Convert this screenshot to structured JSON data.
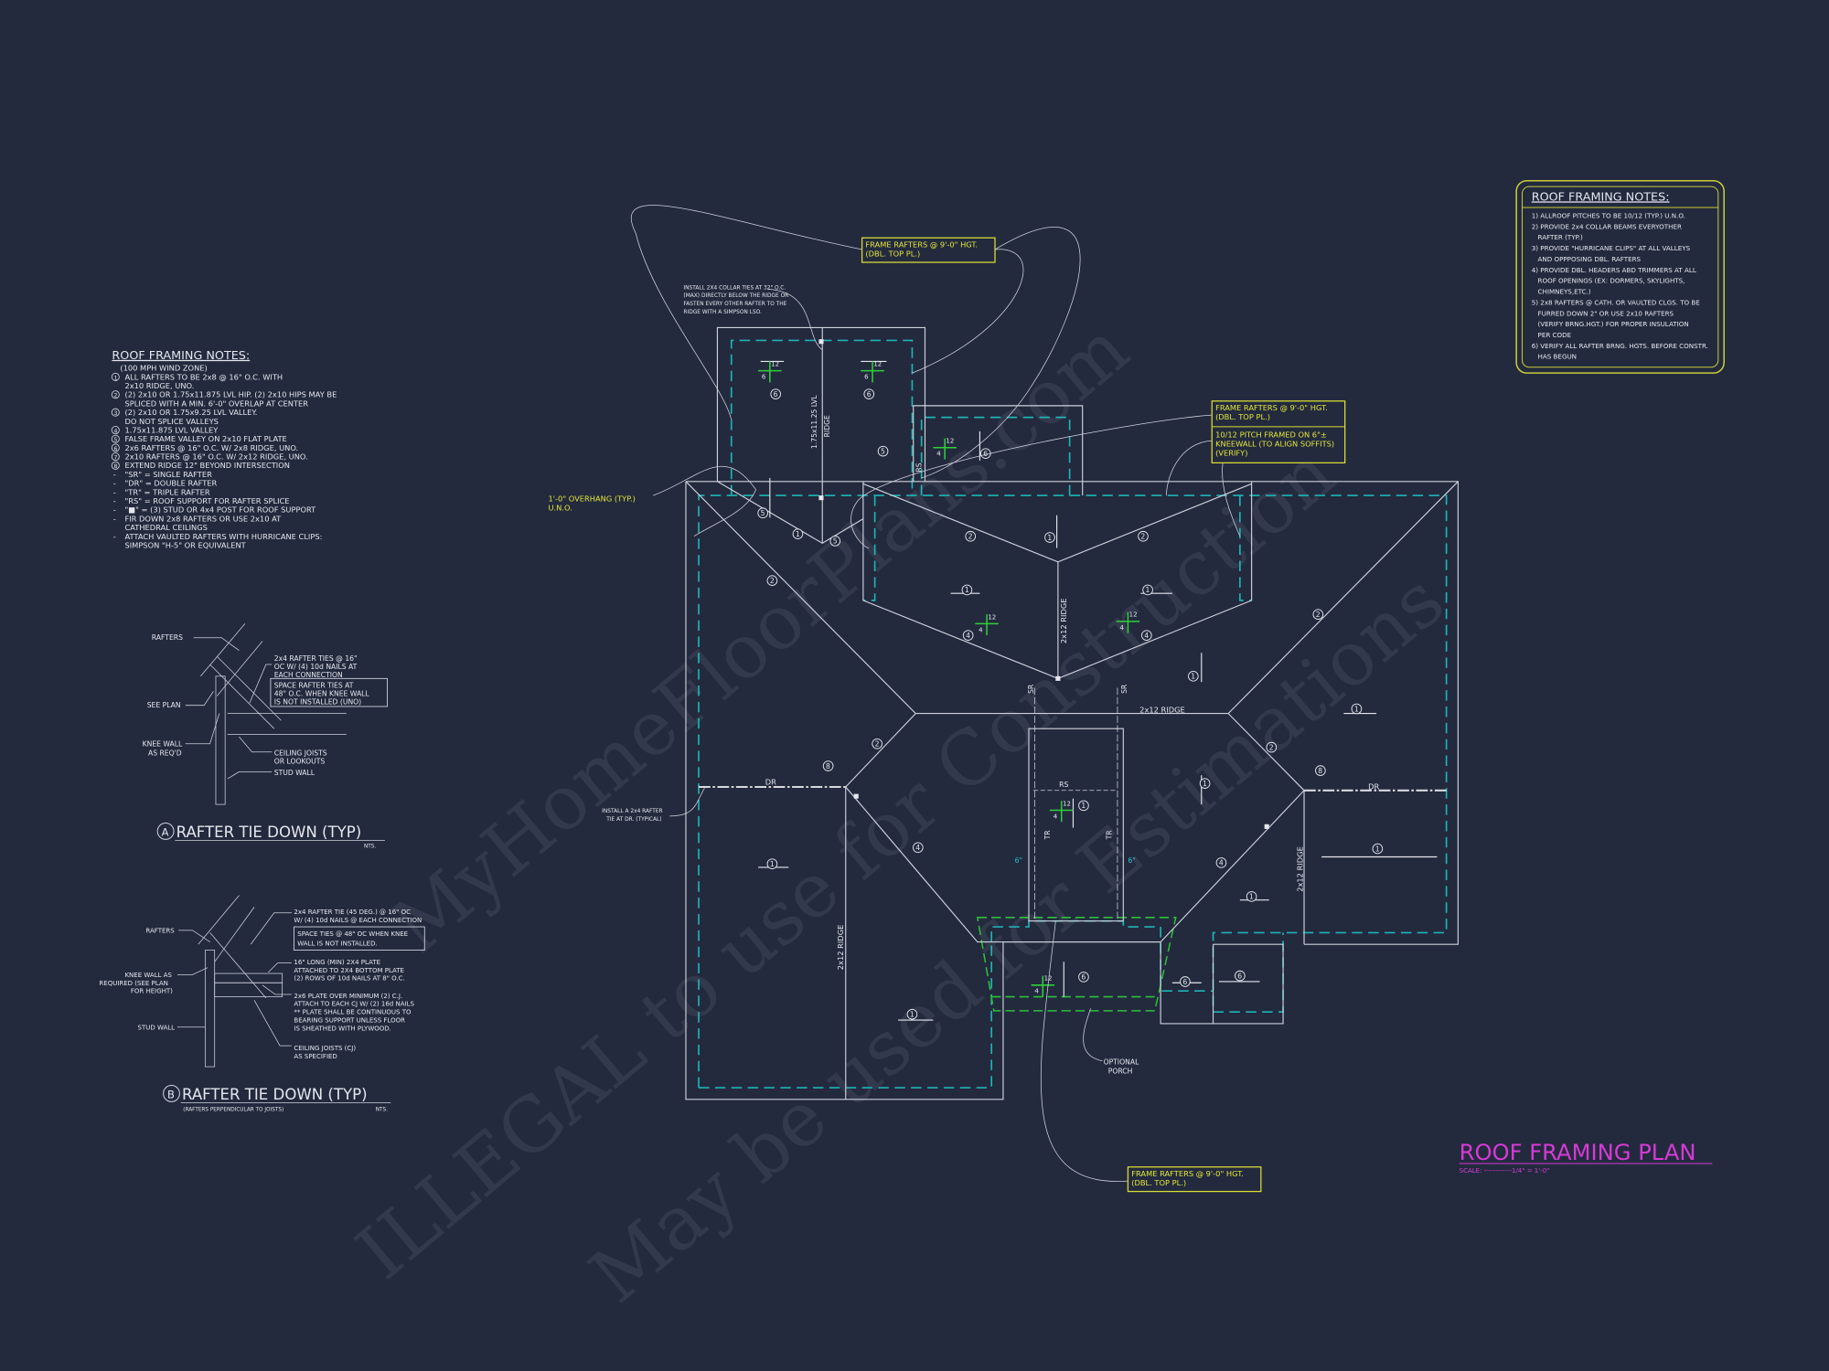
{
  "left_notes": {
    "title": "ROOF FRAMING NOTES:",
    "lines": [
      {
        "m": "",
        "t": "(100 MPH WIND ZONE)"
      },
      {
        "m": "1",
        "t": "ALL RAFTERS TO BE 2x8 @ 16\" O.C. WITH"
      },
      {
        "m": "",
        "t": "2x10 RIDGE, UNO."
      },
      {
        "m": "2",
        "t": "(2) 2x10 OR 1.75x11.875 LVL HIP. (2) 2x10 HIPS MAY BE"
      },
      {
        "m": "",
        "t": "SPLICED WITH A MIN. 6'-0\" OVERLAP AT CENTER"
      },
      {
        "m": "3",
        "t": "(2) 2x10 OR 1.75x9.25 LVL VALLEY."
      },
      {
        "m": "",
        "t": "DO NOT SPLICE VALLEYS"
      },
      {
        "m": "4",
        "t": "1.75x11.875 LVL VALLEY"
      },
      {
        "m": "5",
        "t": "FALSE FRAME VALLEY ON 2x10 FLAT PLATE"
      },
      {
        "m": "6",
        "t": "2x6 RAFTERS @ 16\" O.C. W/ 2x8 RIDGE, UNO."
      },
      {
        "m": "7",
        "t": "2x10 RAFTERS @ 16\" O.C. W/ 2x12 RIDGE, UNO."
      },
      {
        "m": "8",
        "t": "EXTEND RIDGE 12\" BEYOND INTERSECTION"
      },
      {
        "m": "-",
        "t": "\"SR\" = SINGLE RAFTER"
      },
      {
        "m": "-",
        "t": "\"DR\" = DOUBLE RAFTER"
      },
      {
        "m": "-",
        "t": "\"TR\" = TRIPLE RAFTER"
      },
      {
        "m": "-",
        "t": "\"RS\" = ROOF SUPPORT FOR RAFTER SPLICE"
      },
      {
        "m": "-",
        "t": "\"■\" = (3) STUD OR 4x4 POST FOR ROOF SUPPORT"
      },
      {
        "m": "-",
        "t": "FIR DOWN 2x8 RAFTERS OR USE 2x10 AT"
      },
      {
        "m": "",
        "t": "CATHEDRAL CEILINGS"
      },
      {
        "m": "-",
        "t": "ATTACH VAULTED RAFTERS WITH HURRICANE CLIPS:"
      },
      {
        "m": "",
        "t": "SIMPSON \"H-5\" OR EQUIVALENT"
      }
    ]
  },
  "right_notes": {
    "title": "ROOF FRAMING NOTES:",
    "lines": [
      "1) ALLROOF PITCHES TO BE 10/12 (TYP.) U.N.O.",
      "2) PROVIDE 2x4 COLLAR BEAMS EVERYOTHER",
      "   RAFTER (TYP.)",
      "3) PROVIDE \"HURRICANE CLIPS\" AT ALL VALLEYS",
      "   AND OPPPOSING DBL. RAFTERS",
      "4) PROVIDE DBL. HEADERS ABD TRIMMERS AT ALL",
      "   ROOF OPENINGS (EX: DORMERS, SKYLIGHTS,",
      "   CHIMNEYS,ETC.)",
      "5) 2x8 RAFTERS @ CATH. OR VAULTED CLGS. TO BE",
      "   FURRED DOWN 2\" OR USE 2x10 RAFTERS",
      "   (VERIFY BRNG.HGT.) FOR PROPER INSULATION",
      "   PER CODE",
      "6) VERIFY ALL RAFTER BRNG. HGTS. BEFORE CONSTR.",
      "   HAS BEGUN"
    ]
  },
  "detail_a": {
    "rafters": "RAFTERS",
    "see_plan": "SEE PLAN",
    "knee_wall": [
      "KNEE WALL",
      "AS REQ'D"
    ],
    "ties": [
      "2x4 RAFTER TIES @ 16\"",
      "OC W/ (4) 10d NAILS AT",
      "EACH CONNECTION"
    ],
    "space": [
      "SPACE RAFTER TIES AT",
      "48\" O.C. WHEN KNEE WALL",
      "IS NOT INSTALLED (UNO)"
    ],
    "ceiling": [
      "CEILING JOISTS",
      "OR LOOKOUTS"
    ],
    "stud": "STUD WALL",
    "tag": "A",
    "title": "RAFTER TIE DOWN (TYP)",
    "nts": "NTS."
  },
  "detail_b": {
    "rafters": "RAFTERS",
    "knee_wall": [
      "KNEE WALL AS",
      "REQUIRED (SEE PLAN",
      "FOR HEIGHT)"
    ],
    "stud": "STUD WALL",
    "tie": [
      "2x4 RAFTER TIE (45 DEG.) @ 16\" OC",
      "W/ (4) 10d NAILS @ EACH CONNECTION"
    ],
    "space": [
      "SPACE TIES @ 48\" OC WHEN KNEE",
      "WALL IS NOT INSTALLED."
    ],
    "plate": [
      "16\" LONG (MIN) 2X4 PLATE",
      "ATTACHED TO 2X4 BOTTOM PLATE",
      "(2) ROWS OF 10d NAILS AT 8\" O.C."
    ],
    "plate2": [
      "2x6 PLATE OVER MINIMUM (2) C.J.",
      "ATTACH TO EACH CJ W/ (2) 16d NAILS",
      "** PLATE SHALL BE CONTINUOUS TO",
      "BEARING SUPPORT UNLESS FLOOR",
      "IS SHEATHED WITH PLYWOOD."
    ],
    "cj": [
      "CEILING JOISTS (CJ)",
      "AS SPECIFIED"
    ],
    "tag": "B",
    "title": "RAFTER TIE DOWN (TYP)",
    "subtitle": "(RAFTERS PERPENDICULAR TO JOISTS)",
    "nts": "NTS."
  },
  "plan": {
    "frame_box_top": [
      "FRAME RAFTERS @ 9'-0\" HGT.",
      "(DBL. TOP PL.)"
    ],
    "frame_box_right": [
      "FRAME RAFTERS @ 9'-0\" HGT.",
      "(DBL. TOP PL.)"
    ],
    "kneewall_note": [
      "10/12 PITCH FRAMED ON 6\"±",
      "KNEEWALL (TO ALIGN SOFFITS)",
      "(VERIFY)"
    ],
    "frame_box_bottom": [
      "FRAME RAFTERS @ 9'-0\" HGT.",
      "(DBL. TOP PL.)"
    ],
    "overhang": [
      "1'-0\" OVERHANG (TYP.)",
      "U.N.O."
    ],
    "collar_note": [
      "INSTALL 2X4 COLLAR TIES AT 32\" O.C.",
      "(MAX) DIRECTLY BELOW THE RIDGE OR",
      "FASTEN EVERY OTHER RAFTER TO THE",
      "RIDGE WITH A SIMPSON LSO."
    ],
    "rafter_tie_note": [
      "INSTALL A 2x4 RAFTER",
      "TIE AT DR. (TYPICAL)"
    ],
    "optional_porch": [
      "OPTIONAL",
      "PORCH"
    ],
    "lvl_ridge": [
      "1.75x11.25 LVL",
      "RIDGE"
    ],
    "ridge_center": "2x12 RIDGE",
    "ridge_horizontal": "2x12 RIDGE",
    "ridge_left": "2x12 RIDGE",
    "ridge_right": "2x12 RIDGE",
    "dr": "DR",
    "sr": "SR",
    "rs": "RS",
    "tr": "TR",
    "six_inch": "6\"",
    "pitch_rise": [
      "6",
      "6",
      "4",
      "4",
      "4",
      "4",
      "4"
    ],
    "pitch_run": "12",
    "callouts": [
      "6",
      "6",
      "5",
      "6",
      "5",
      "1",
      "5",
      "2",
      "2",
      "1",
      "2",
      "1",
      "1",
      "4",
      "4",
      "2",
      "1",
      "1",
      "2",
      "8",
      "2",
      "8",
      "1",
      "4",
      "1",
      "1",
      "4",
      "1",
      "1",
      "1",
      "6",
      "6",
      "6"
    ]
  },
  "title_block": {
    "title": "ROOF FRAMING PLAN",
    "scale": "SCALE: ------------1/4\" = 1'-0\""
  },
  "watermark": [
    "MyHomeFloorPlans.com",
    "ILLEGAL to use for Construction",
    "May be used for Estimations"
  ],
  "colors": {
    "background": "#232a3e",
    "note_yellow": "#e4e63a",
    "title_magenta": "#d63ad6",
    "overhang_cyan": "#1fb3b3",
    "porch_green": "#2fbf3a"
  }
}
